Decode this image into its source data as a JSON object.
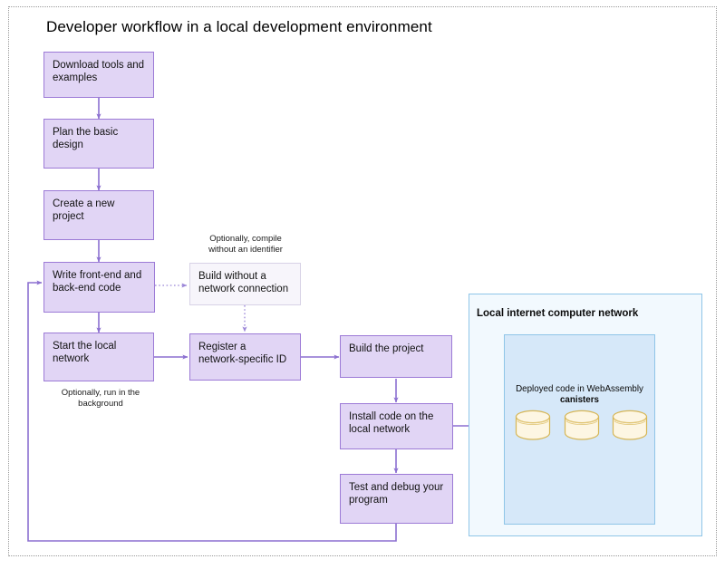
{
  "title": "Developer workflow in a local development environment",
  "colors": {
    "node_fill": "#e1d5f5",
    "node_stroke": "#9c7ad6",
    "ghost_fill": "#f7f5fb",
    "ghost_stroke": "#d8d2e6",
    "arrow": "#8b6fd0",
    "panel_fill": "#f2f9fe",
    "panel_stroke": "#8fc5e8",
    "inner_panel_fill": "#d6e8f9",
    "canister_fill": "#fdf6e3",
    "canister_stroke": "#d6b656",
    "page_frame": "#9a9a9a"
  },
  "nodes": [
    {
      "id": "download-tools",
      "label": "Download tools and\nexamples"
    },
    {
      "id": "plan-design",
      "label": "Plan the basic design"
    },
    {
      "id": "create-project",
      "label": "Create a new project"
    },
    {
      "id": "write-code",
      "label": "Write front-end and\nback-end code"
    },
    {
      "id": "build-offline",
      "label": "Build without a\nnetwork connection"
    },
    {
      "id": "start-network",
      "label": "Start the local\nnetwork"
    },
    {
      "id": "register-id",
      "label": "Register a\nnetwork-specific ID"
    },
    {
      "id": "build-project",
      "label": "Build the project"
    },
    {
      "id": "install-code",
      "label": "Install code on the\nlocal network"
    },
    {
      "id": "test-debug",
      "label": "Test and debug your\nprogram"
    }
  ],
  "annotations": [
    {
      "id": "compile-note",
      "label": "Optionally, compile\nwithout an identifier"
    },
    {
      "id": "background-note",
      "label": "Optionally, run in the\nbackground"
    }
  ],
  "network": {
    "panel_title": "Local internet computer network",
    "caption_line1": "Deployed code in WebAssembly",
    "caption_line2": "canisters",
    "canister_count": 3
  }
}
